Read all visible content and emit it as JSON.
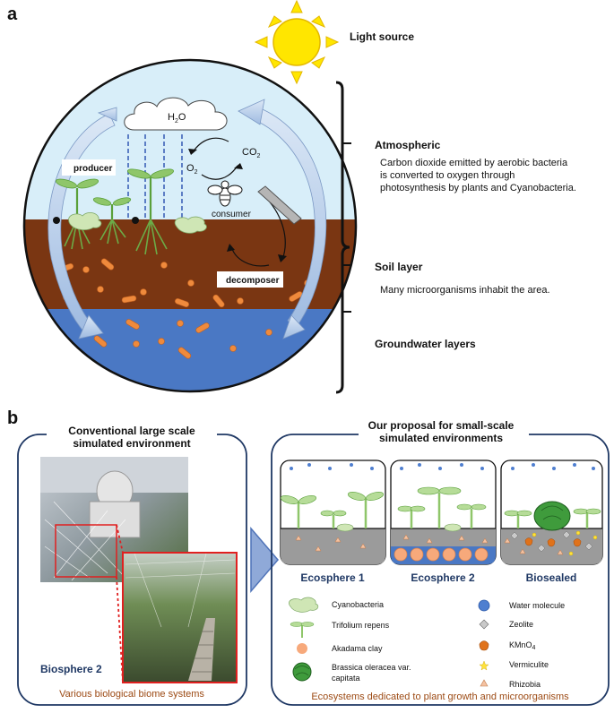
{
  "panel_a": {
    "letter": "a",
    "light_source": "Light source",
    "water": "H",
    "water_sub": "2",
    "water_end": "O",
    "co2": "CO",
    "co2_sub": "2",
    "o2": "O",
    "o2_sub": "2",
    "producer": "producer",
    "consumer": "consumer",
    "decomposer": "decomposer",
    "layers": [
      {
        "name": "Atmospheric",
        "lines": [
          "Carbon dioxide emitted by aerobic bacteria",
          "is converted to oxygen through",
          "photosynthesis by plants and Cyanobacteria."
        ]
      },
      {
        "name": "Soil layer",
        "lines": [
          "Many microorganisms inhabit the area."
        ]
      },
      {
        "name": "Groundwater layers",
        "lines": []
      }
    ]
  },
  "panel_b": {
    "letter": "b",
    "left_title": [
      "Conventional large scale",
      "simulated environment"
    ],
    "left_caption": "Biosphere 2",
    "left_footer": "Various biological biome systems",
    "right_title": [
      "Our proposal for small-scale",
      "simulated environments"
    ],
    "right_footer": "Ecosystems dedicated to plant growth and microorganisms",
    "ecospheres": [
      "Ecosphere 1",
      "Ecosphere 2",
      "Biosealed"
    ],
    "legend_left": [
      "Cyanobacteria",
      "Trifolium repens",
      "Akadama clay",
      "Brassica oleracea var.",
      "capitata"
    ],
    "legend_right": [
      "Water molecule",
      "Zeolite",
      "KMnO",
      "Vermiculite",
      "Rhizobia"
    ],
    "kmno_sub": "4"
  },
  "colors": {
    "sky": "#d8eef9",
    "soil": "#7a3612",
    "groundwater": "#4a78c4",
    "sun": "#ffe600",
    "plant": "#8fc66a",
    "bacteria": "#ef8a3c",
    "navy": "#1f3864",
    "brown_text": "#9c4a14"
  }
}
